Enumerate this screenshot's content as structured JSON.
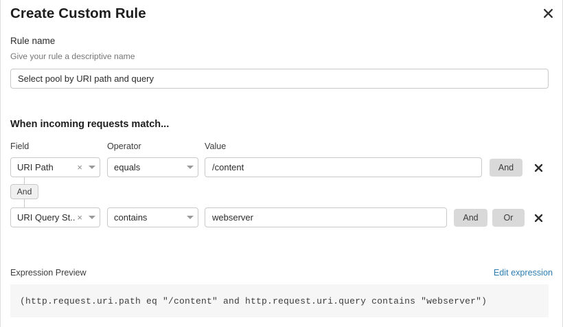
{
  "modal": {
    "title": "Create Custom Rule",
    "close_icon": "close-icon"
  },
  "rule_name": {
    "label": "Rule name",
    "help": "Give your rule a descriptive name",
    "value": "Select pool by URI path and query",
    "placeholder": "Enter rule name"
  },
  "match_section": {
    "heading": "When incoming requests match...",
    "columns": {
      "field": "Field",
      "operator": "Operator",
      "value": "Value"
    },
    "connector": {
      "label": "And"
    },
    "rows": [
      {
        "field": "URI Path",
        "operator": "equals",
        "value": "/content",
        "value_placeholder": "Enter value",
        "buttons": [
          "And"
        ],
        "clear_icon": "clear-icon",
        "caret_icon": "chevron-down-icon",
        "remove_icon": "close-icon"
      },
      {
        "field": "URI Query St...",
        "operator": "contains",
        "value": "webserver",
        "value_placeholder": "Enter value",
        "buttons": [
          "And",
          "Or"
        ],
        "clear_icon": "clear-icon",
        "caret_icon": "chevron-down-icon",
        "remove_icon": "close-icon"
      }
    ]
  },
  "expression_preview": {
    "label": "Expression Preview",
    "edit_link": "Edit expression",
    "expression": "(http.request.uri.path eq \"/content\" and http.request.uri.query contains \"webserver\")"
  },
  "colors": {
    "accent_link": "#2c7cb0",
    "button_grey": "#d9d9d9",
    "border": "#c9c9c9",
    "preview_bg": "#f6f6f6"
  }
}
